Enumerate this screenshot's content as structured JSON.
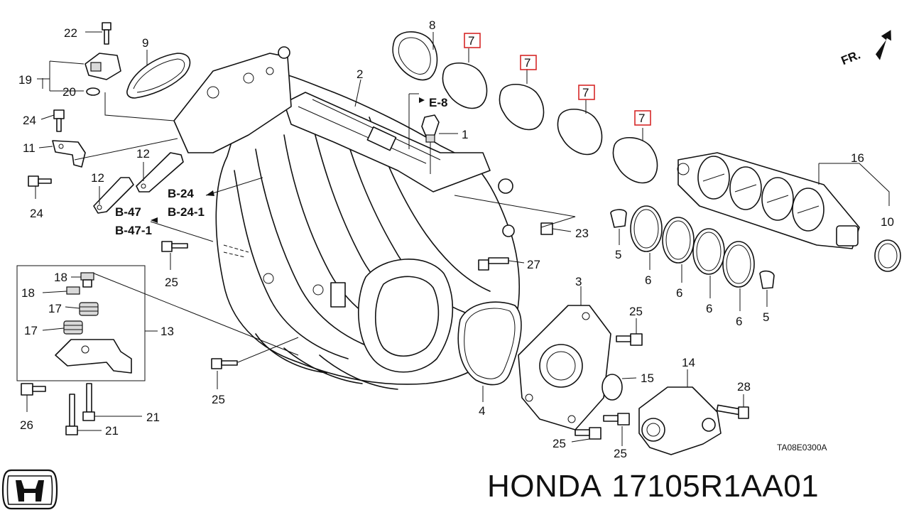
{
  "diagram": {
    "callouts": [
      "22",
      "19",
      "20",
      "9",
      "24",
      "11",
      "24",
      "12",
      "12",
      "8",
      "7",
      "7",
      "7",
      "7",
      "2",
      "1",
      "16",
      "10",
      "5",
      "23",
      "27",
      "25",
      "18",
      "18",
      "17",
      "17",
      "13",
      "3",
      "25",
      "6",
      "6",
      "6",
      "6",
      "5",
      "25",
      "4",
      "15",
      "14",
      "28",
      "26",
      "21",
      "21",
      "25",
      "25"
    ],
    "refs": [
      "E-8",
      "B-24",
      "B-24-1",
      "B-47",
      "B-47-1"
    ],
    "direction_label": "FR.",
    "drawing_code": "TA08E0300A"
  },
  "footer": {
    "brand": "HONDA",
    "part_number": "17105R1AA01"
  },
  "colors": {
    "highlight_box": "#d62828",
    "ink": "#111111"
  }
}
